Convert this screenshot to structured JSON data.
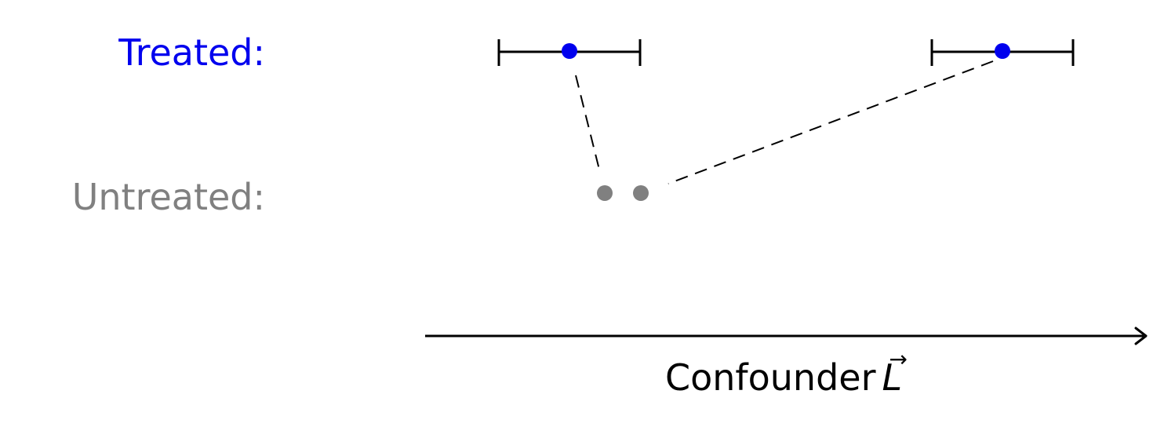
{
  "labels": {
    "treated": "Treated:",
    "untreated": "Untreated:",
    "axis_text": "Confounder",
    "axis_variable": "L",
    "axis_vector_mark": "→"
  },
  "colors": {
    "treated": "#0000ee",
    "untreated": "#808080",
    "line": "#000000"
  }
}
